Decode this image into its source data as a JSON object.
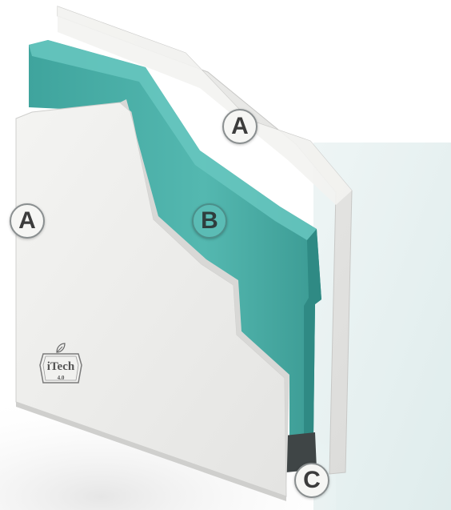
{
  "labels": {
    "front_board": "A",
    "back_board": "A",
    "insulation_core": "B",
    "base_layer": "C"
  },
  "logo": {
    "word": "iTech",
    "version": "4.0"
  },
  "colors": {
    "board": "#ececea",
    "insulation": "#4db1aa",
    "base": "#3f4546",
    "background_panel": "#e6efef",
    "badge_fill": "#f6f6f4"
  },
  "icons": [
    "leaf-icon",
    "hexagon-badge-icon"
  ]
}
